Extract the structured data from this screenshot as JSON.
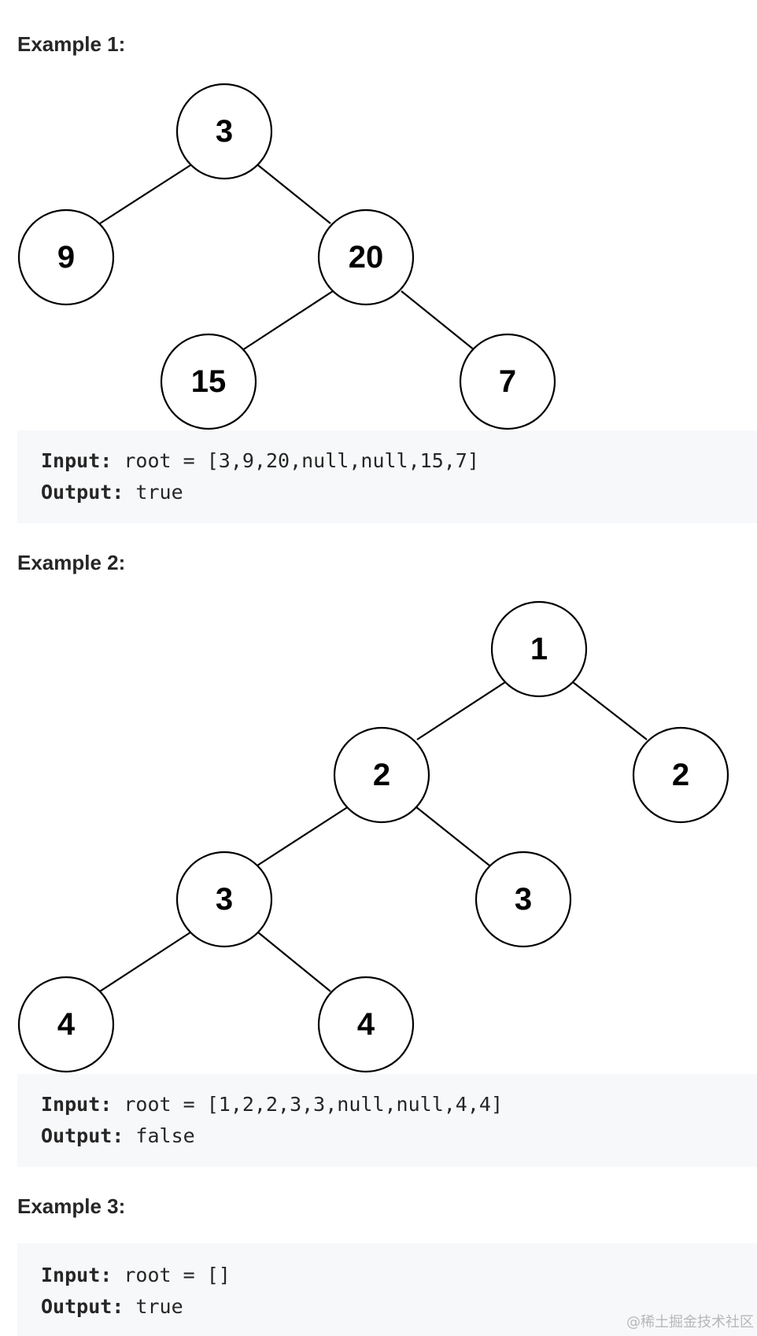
{
  "examples": [
    {
      "heading": "Example 1:",
      "tree_nodes": [
        "3",
        "9",
        "20",
        "15",
        "7"
      ],
      "input_label": "Input:",
      "input_value": " root = [3,9,20,null,null,15,7]",
      "output_label": "Output:",
      "output_value": " true"
    },
    {
      "heading": "Example 2:",
      "tree_nodes": [
        "1",
        "2",
        "2",
        "3",
        "3",
        "4",
        "4"
      ],
      "input_label": "Input:",
      "input_value": " root = [1,2,2,3,3,null,null,4,4]",
      "output_label": "Output:",
      "output_value": " false"
    },
    {
      "heading": "Example 3:",
      "input_label": "Input:",
      "input_value": " root = []",
      "output_label": "Output:",
      "output_value": " true"
    }
  ],
  "watermark": "@稀土掘金技术社区"
}
